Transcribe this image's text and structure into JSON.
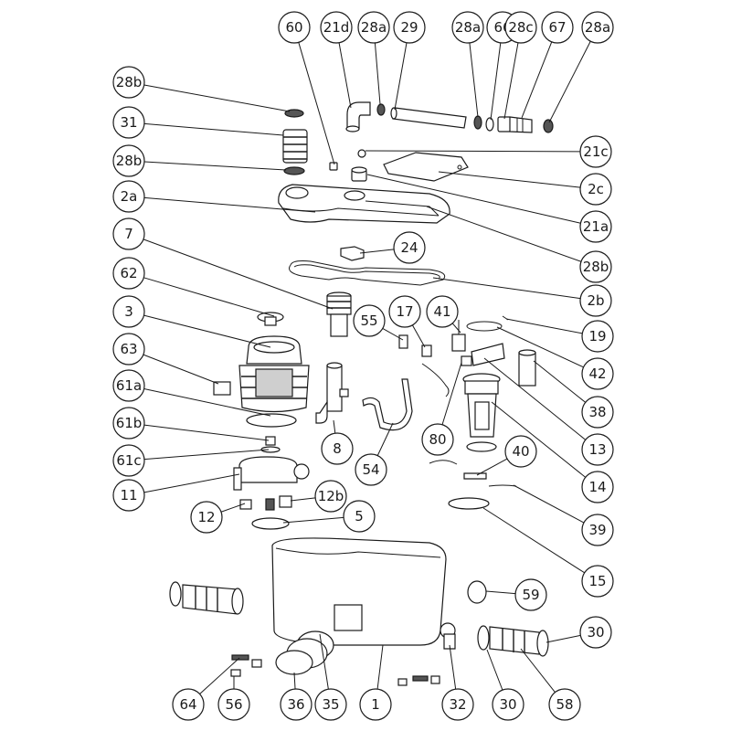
{
  "diagram": {
    "callouts": [
      {
        "label": "60"
      },
      {
        "label": "21d"
      },
      {
        "label": "28a"
      },
      {
        "label": "29"
      },
      {
        "label": "28a"
      },
      {
        "label": "66"
      },
      {
        "label": "28c"
      },
      {
        "label": "67"
      },
      {
        "label": "28a"
      },
      {
        "label": "28b"
      },
      {
        "label": "31"
      },
      {
        "label": "28b"
      },
      {
        "label": "21c"
      },
      {
        "label": "2c"
      },
      {
        "label": "2a"
      },
      {
        "label": "21a"
      },
      {
        "label": "7"
      },
      {
        "label": "24"
      },
      {
        "label": "28b"
      },
      {
        "label": "62"
      },
      {
        "label": "2b"
      },
      {
        "label": "3"
      },
      {
        "label": "55"
      },
      {
        "label": "17"
      },
      {
        "label": "41"
      },
      {
        "label": "19"
      },
      {
        "label": "63"
      },
      {
        "label": "42"
      },
      {
        "label": "61a"
      },
      {
        "label": "38"
      },
      {
        "label": "61b"
      },
      {
        "label": "13"
      },
      {
        "label": "8"
      },
      {
        "label": "54"
      },
      {
        "label": "80"
      },
      {
        "label": "61c"
      },
      {
        "label": "40"
      },
      {
        "label": "11"
      },
      {
        "label": "14"
      },
      {
        "label": "12b"
      },
      {
        "label": "12"
      },
      {
        "label": "5"
      },
      {
        "label": "39"
      },
      {
        "label": "15"
      },
      {
        "label": "59"
      },
      {
        "label": "30"
      },
      {
        "label": "64"
      },
      {
        "label": "56"
      },
      {
        "label": "36"
      },
      {
        "label": "35"
      },
      {
        "label": "1"
      },
      {
        "label": "32"
      },
      {
        "label": "30"
      },
      {
        "label": "58"
      }
    ]
  }
}
